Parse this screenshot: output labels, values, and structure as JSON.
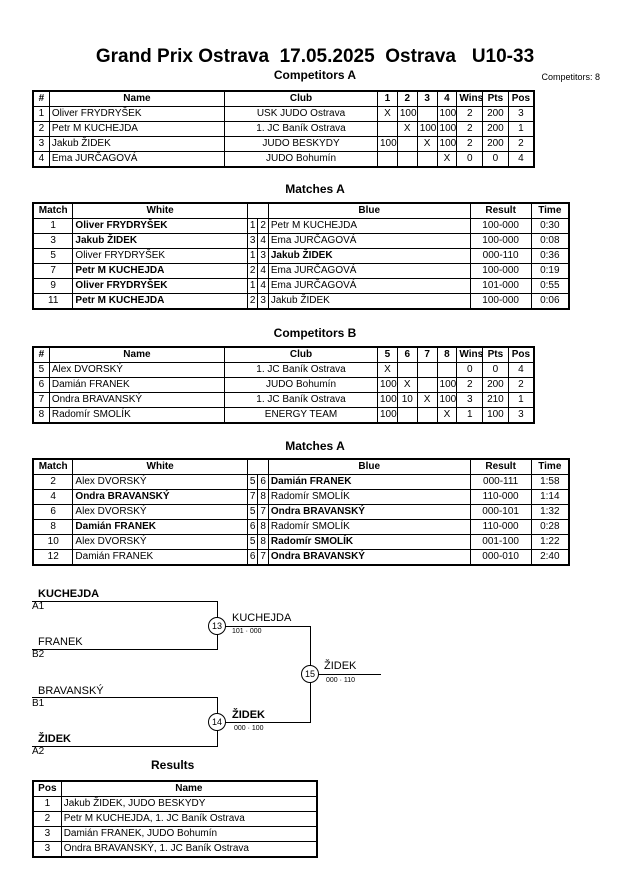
{
  "header": {
    "title": "Grand Prix Ostrava  17.05.2025  Ostrava   U10-33",
    "competitors_count": "Competitors: 8"
  },
  "competitors_a": {
    "heading": "Competitors A",
    "columns": [
      "#",
      "Name",
      "Club",
      "1",
      "2",
      "3",
      "4",
      "Wins",
      "Pts",
      "Pos"
    ],
    "rows": [
      [
        "1",
        "Oliver FRYDRYŠEK",
        "USK JUDO Ostrava",
        "X",
        "100",
        "",
        "100",
        "2",
        "200",
        "3"
      ],
      [
        "2",
        "Petr M KUCHEJDA",
        "1. JC Baník Ostrava",
        "",
        "X",
        "100",
        "100",
        "2",
        "200",
        "1"
      ],
      [
        "3",
        "Jakub ŽIDEK",
        "JUDO BESKYDY",
        "100",
        "",
        "X",
        "100",
        "2",
        "200",
        "2"
      ],
      [
        "4",
        "Ema JURČAGOVÁ",
        "JUDO Bohumín",
        "",
        "",
        "",
        "X",
        "0",
        "0",
        "4"
      ]
    ]
  },
  "matches_a": {
    "heading": "Matches A",
    "columns": [
      "Match",
      "White",
      "",
      "",
      "Blue",
      "Result",
      "Time"
    ],
    "rows": [
      {
        "match": "1",
        "white": "Oliver FRYDRYŠEK",
        "w": "1",
        "b": "2",
        "blue": "Petr M KUCHEJDA",
        "result": "100-000",
        "time": "0:30",
        "wb": true,
        "bb": false
      },
      {
        "match": "3",
        "white": "Jakub ŽIDEK",
        "w": "3",
        "b": "4",
        "blue": "Ema JURČAGOVÁ",
        "result": "100-000",
        "time": "0:08",
        "wb": true,
        "bb": false
      },
      {
        "match": "5",
        "white": "Oliver FRYDRYŠEK",
        "w": "1",
        "b": "3",
        "blue": "Jakub ŽIDEK",
        "result": "000-110",
        "time": "0:36",
        "wb": false,
        "bb": true
      },
      {
        "match": "7",
        "white": "Petr M KUCHEJDA",
        "w": "2",
        "b": "4",
        "blue": "Ema JURČAGOVÁ",
        "result": "100-000",
        "time": "0:19",
        "wb": true,
        "bb": false
      },
      {
        "match": "9",
        "white": "Oliver FRYDRYŠEK",
        "w": "1",
        "b": "4",
        "blue": "Ema JURČAGOVÁ",
        "result": "101-000",
        "time": "0:55",
        "wb": true,
        "bb": false
      },
      {
        "match": "11",
        "white": "Petr M KUCHEJDA",
        "w": "2",
        "b": "3",
        "blue": "Jakub ŽIDEK",
        "result": "100-000",
        "time": "0:06",
        "wb": true,
        "bb": false
      }
    ]
  },
  "competitors_b": {
    "heading": "Competitors B",
    "columns": [
      "#",
      "Name",
      "Club",
      "5",
      "6",
      "7",
      "8",
      "Wins",
      "Pts",
      "Pos"
    ],
    "rows": [
      [
        "5",
        "Alex DVORSKÝ",
        "1. JC Baník Ostrava",
        "X",
        "",
        "",
        "",
        "0",
        "0",
        "4"
      ],
      [
        "6",
        "Damián FRANEK",
        "JUDO Bohumín",
        "100",
        "X",
        "",
        "100",
        "2",
        "200",
        "2"
      ],
      [
        "7",
        "Ondra BRAVANSKÝ",
        "1. JC Baník Ostrava",
        "100",
        "10",
        "X",
        "100",
        "3",
        "210",
        "1"
      ],
      [
        "8",
        "Radomír SMOLÍK",
        "ENERGY TEAM",
        "100",
        "",
        "",
        "X",
        "1",
        "100",
        "3"
      ]
    ]
  },
  "matches_b": {
    "heading": "Matches A",
    "columns": [
      "Match",
      "White",
      "",
      "",
      "Blue",
      "Result",
      "Time"
    ],
    "rows": [
      {
        "match": "2",
        "white": "Alex DVORSKÝ",
        "w": "5",
        "b": "6",
        "blue": "Damián FRANEK",
        "result": "000-111",
        "time": "1:58",
        "wb": false,
        "bb": true
      },
      {
        "match": "4",
        "white": "Ondra BRAVANSKÝ",
        "w": "7",
        "b": "8",
        "blue": "Radomír SMOLÍK",
        "result": "110-000",
        "time": "1:14",
        "wb": true,
        "bb": false
      },
      {
        "match": "6",
        "white": "Alex DVORSKÝ",
        "w": "5",
        "b": "7",
        "blue": "Ondra BRAVANSKÝ",
        "result": "000-101",
        "time": "1:32",
        "wb": false,
        "bb": true
      },
      {
        "match": "8",
        "white": "Damián FRANEK",
        "w": "6",
        "b": "8",
        "blue": "Radomír SMOLÍK",
        "result": "110-000",
        "time": "0:28",
        "wb": true,
        "bb": false
      },
      {
        "match": "10",
        "white": "Alex DVORSKÝ",
        "w": "5",
        "b": "8",
        "blue": "Radomír SMOLÍK",
        "result": "001-100",
        "time": "1:22",
        "wb": false,
        "bb": true
      },
      {
        "match": "12",
        "white": "Damián FRANEK",
        "w": "6",
        "b": "7",
        "blue": "Ondra BRAVANSKÝ",
        "result": "000-010",
        "time": "2:40",
        "wb": false,
        "bb": true
      }
    ]
  },
  "bracket": {
    "sf1_top_name": "KUCHEJDA",
    "sf1_top_seed": "A1",
    "sf1_bottom_name": "FRANEK",
    "sf1_bottom_seed": "B2",
    "sf1_match": "13",
    "sf1_winner": "KUCHEJDA",
    "sf1_score": "101 · 000",
    "sf2_top_name": "BRAVANSKÝ",
    "sf2_top_seed": "B1",
    "sf2_bottom_name": "ŽIDEK",
    "sf2_bottom_seed": "A2",
    "sf2_match": "14",
    "sf2_winner": "ŽIDEK",
    "sf2_score": "000 · 100",
    "final_match": "15",
    "final_winner": "ŽIDEK",
    "final_score": "000 · 110"
  },
  "results": {
    "heading": "Results",
    "columns": [
      "Pos",
      "Name"
    ],
    "rows": [
      [
        "1",
        "Jakub ŽIDEK, JUDO BESKYDY"
      ],
      [
        "2",
        "Petr M KUCHEJDA, 1. JC Baník Ostrava"
      ],
      [
        "3",
        "Damián FRANEK, JUDO Bohumín"
      ],
      [
        "3",
        "Ondra BRAVANSKÝ, 1. JC Baník Ostrava"
      ]
    ]
  }
}
